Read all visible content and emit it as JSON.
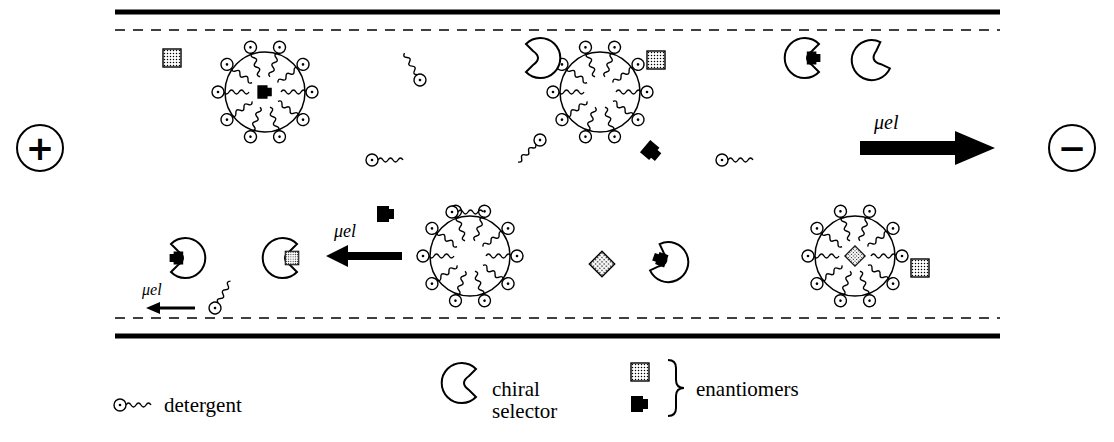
{
  "diagram": {
    "nodes": [
      {
        "text": [
          "+"
        ]
      },
      {
        "text": [
          "−"
        ]
      }
    ],
    "labels": [
      "μel",
      "μel",
      "μel"
    ],
    "legend": [
      {
        "text": "detergent"
      },
      {
        "text": "chiral selector"
      },
      {
        "text": "enantiomers"
      }
    ]
  }
}
